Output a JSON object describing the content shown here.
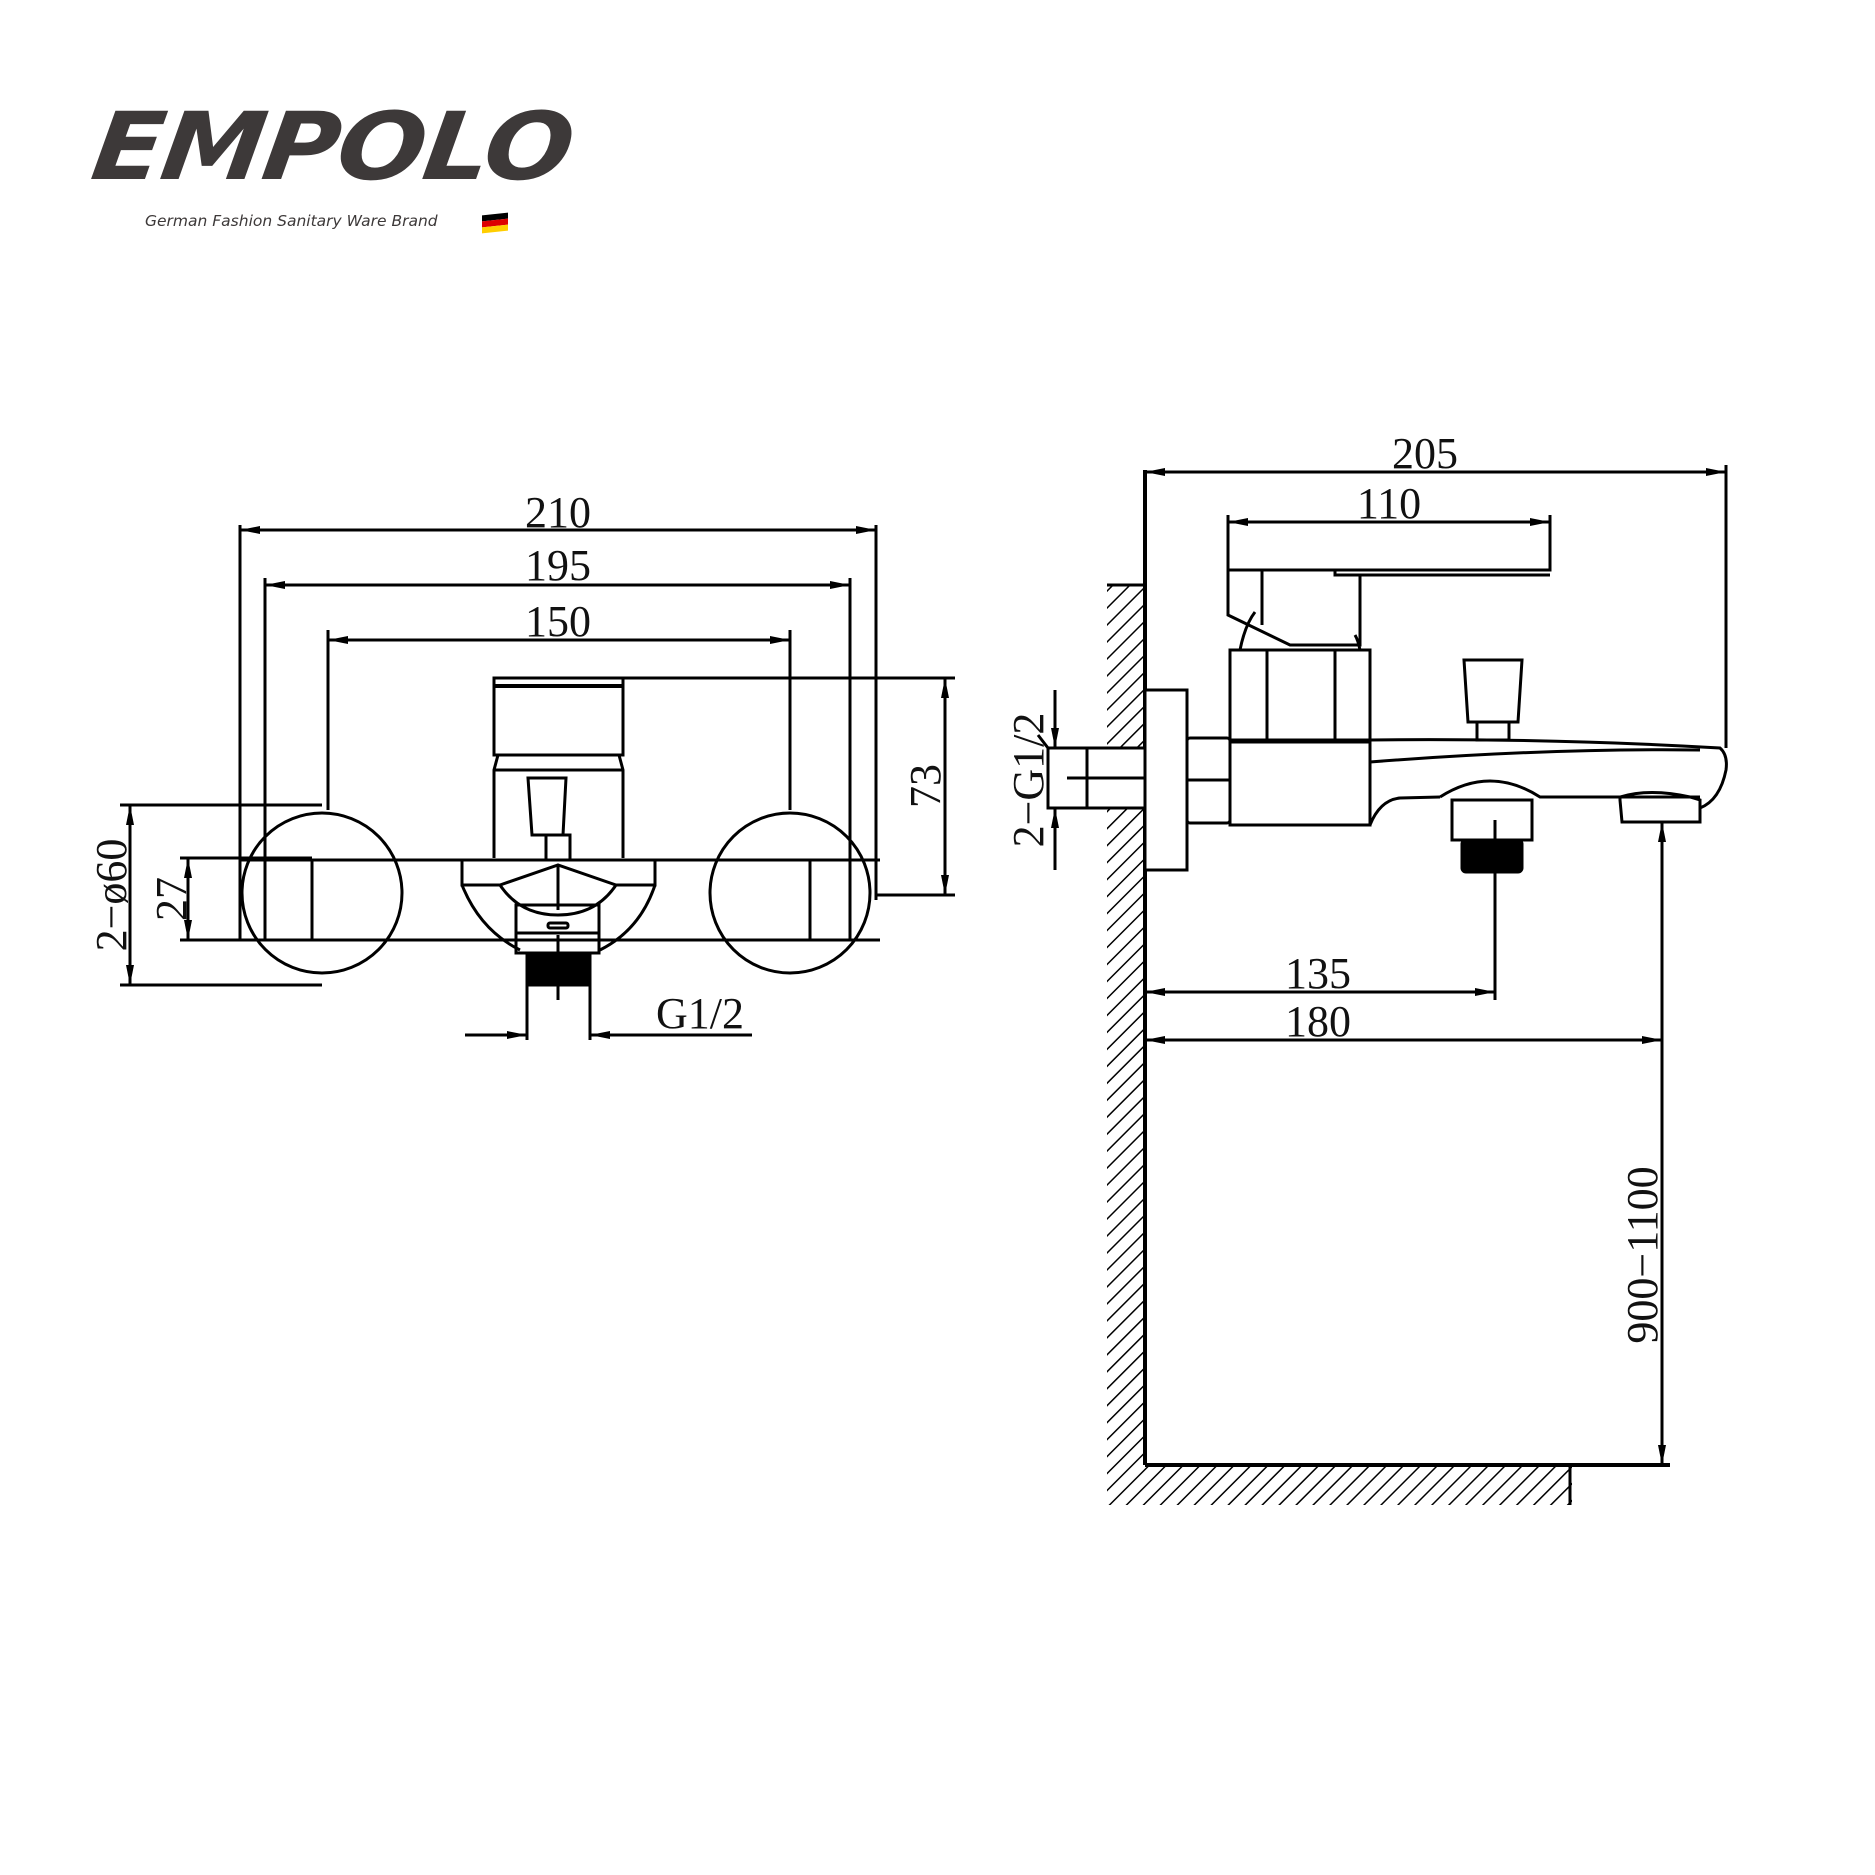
{
  "brand": {
    "name": "EMPOLO",
    "tagline": "German Fashion Sanitary Ware Brand",
    "flag_colors": [
      "#000000",
      "#dd0000",
      "#ffce00"
    ],
    "logo_color": "#3d3939"
  },
  "front_view": {
    "dimensions": {
      "overall_width": "210",
      "flange_width": "195",
      "center_distance": "150",
      "height": "73",
      "flange_diameter": "2−ø60",
      "body_height": "27",
      "outlet_thread": "G1/2"
    }
  },
  "side_view": {
    "dimensions": {
      "overall_depth": "205",
      "handle_length": "110",
      "inlet_thread": "2−G1/2",
      "diverter_distance": "135",
      "spout_distance": "180",
      "mount_height": "900−1100"
    }
  },
  "colors": {
    "line": "#000000",
    "background": "#ffffff"
  }
}
